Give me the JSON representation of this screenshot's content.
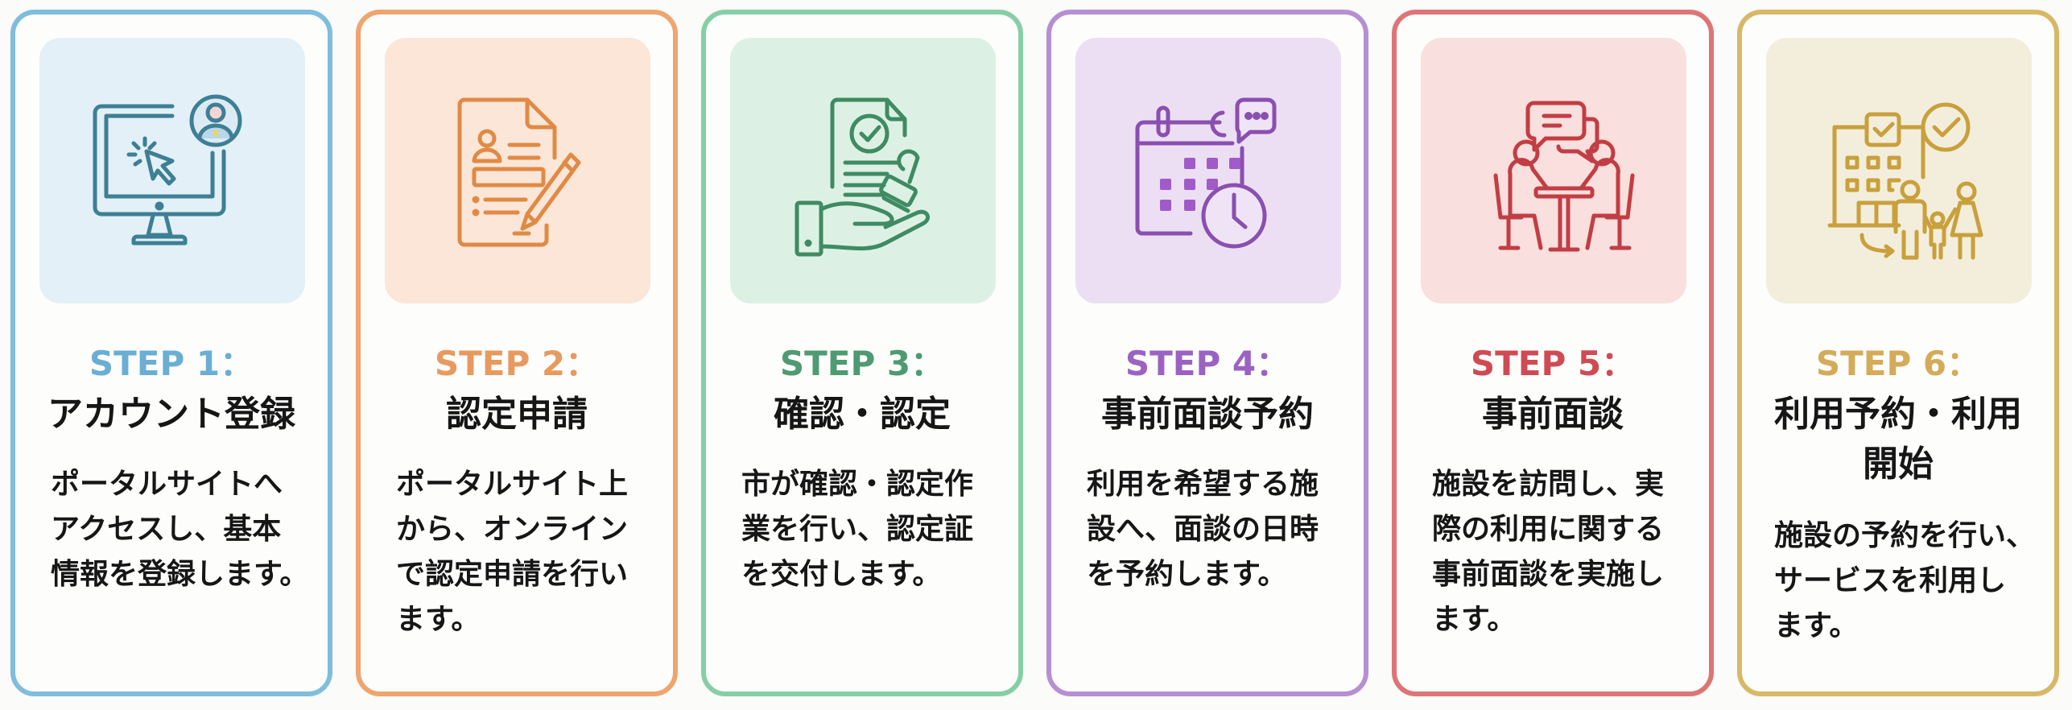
{
  "steps": [
    {
      "label": "STEP 1：",
      "title": "アカウント登録",
      "description_lines": [
        "ポータルサイトへ",
        "アクセスし、基本",
        "情報を登録します。"
      ],
      "icon": "computer-account-icon",
      "colors": {
        "accent": "#7fbddd",
        "accent_text": "#6aaed3",
        "tint": "#e3f0f7",
        "stroke": "#3d7f95"
      }
    },
    {
      "label": "STEP 2：",
      "title": "認定申請",
      "description_lines": [
        "ポータルサイト上",
        "から、オンライン",
        "で認定申請を行い",
        "ます。"
      ],
      "icon": "application-form-icon",
      "colors": {
        "accent": "#eea56e",
        "accent_text": "#e89a5e",
        "tint": "#fbe6d8",
        "stroke": "#e08a45"
      }
    },
    {
      "label": "STEP 3：",
      "title": "確認・認定",
      "description_lines": [
        "市が確認・認定作",
        "業を行い、認定証",
        "を交付します。"
      ],
      "icon": "certificate-stamp-icon",
      "colors": {
        "accent": "#86cfa6",
        "accent_text": "#4e9a72",
        "tint": "#dcf1e4",
        "stroke": "#3f8b63"
      }
    },
    {
      "label": "STEP 4：",
      "title": "事前面談予約",
      "description_lines": [
        "利用を希望する施",
        "設へ、面談の日時",
        "を予約します。"
      ],
      "icon": "calendar-booking-icon",
      "colors": {
        "accent": "#b68fd3",
        "accent_text": "#9b62c2",
        "tint": "#ecdff3",
        "stroke": "#8a4fb0"
      }
    },
    {
      "label": "STEP 5：",
      "title": "事前面談",
      "description_lines": [
        "施設を訪問し、実",
        "際の利用に関する",
        "事前面談を実施し",
        "ます。"
      ],
      "icon": "interview-meeting-icon",
      "colors": {
        "accent": "#de7475",
        "accent_text": "#cf4b53",
        "tint": "#f9dfdd",
        "stroke": "#c23d44"
      }
    },
    {
      "label": "STEP 6：",
      "title": "利用予約・利用開始",
      "title_lines": [
        "利用予約・利用",
        "開始"
      ],
      "description_lines": [
        "施設の予約を行い、",
        "サービスを利用し",
        "ます。"
      ],
      "icon": "facility-family-icon",
      "colors": {
        "accent": "#d8b866",
        "accent_text": "#d4ab58",
        "tint": "#f3eedc",
        "stroke": "#c9a03c"
      }
    }
  ]
}
